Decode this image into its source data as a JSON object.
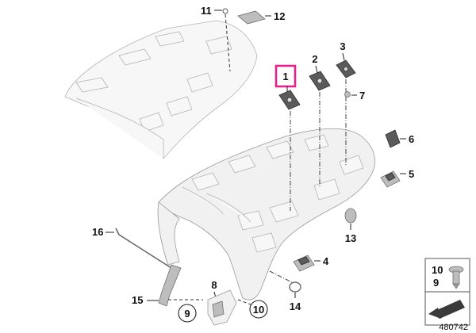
{
  "diagram": {
    "callouts": [
      {
        "id": "c1",
        "text": "1"
      },
      {
        "id": "c2",
        "text": "2"
      },
      {
        "id": "c3",
        "text": "3"
      },
      {
        "id": "c4",
        "text": "4"
      },
      {
        "id": "c5",
        "text": "5"
      },
      {
        "id": "c6",
        "text": "6"
      },
      {
        "id": "c7",
        "text": "7"
      },
      {
        "id": "c8",
        "text": "8"
      },
      {
        "id": "c9",
        "text": "9"
      },
      {
        "id": "c10",
        "text": "10"
      },
      {
        "id": "c11",
        "text": "11"
      },
      {
        "id": "c12",
        "text": "12"
      },
      {
        "id": "c13",
        "text": "13"
      },
      {
        "id": "c14",
        "text": "14"
      },
      {
        "id": "c15",
        "text": "15"
      },
      {
        "id": "c16",
        "text": "16"
      }
    ],
    "highlight_color": "#e0248a",
    "inset": {
      "top_label": "10",
      "bottom_label": "9"
    },
    "figure_number": "480742"
  }
}
